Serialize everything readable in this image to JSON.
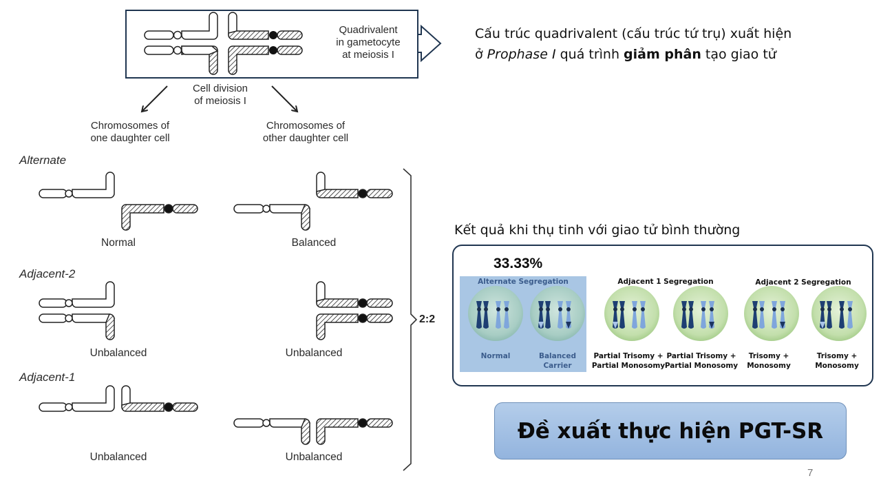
{
  "diagram": {
    "quadrivalent_label": [
      "Quadrivalent",
      "in gametocyte",
      "at meiosis I"
    ],
    "cell_division_label": [
      "Cell division",
      "of meiosis I"
    ],
    "daughter_left_label": [
      "Chromosomes of",
      "one daughter cell"
    ],
    "daughter_right_label": [
      "Chromosomes of",
      "other daughter cell"
    ],
    "rows": [
      {
        "name": "Alternate",
        "left_caption": "Normal",
        "right_caption": "Balanced"
      },
      {
        "name": "Adjacent-2",
        "left_caption": "Unbalanced",
        "right_caption": "Unbalanced"
      },
      {
        "name": "Adjacent-1",
        "left_caption": "Unbalanced",
        "right_caption": "Unbalanced"
      }
    ],
    "ratio_label": "2:2"
  },
  "intro_text": {
    "line1": "Cấu trúc quadrivalent (cấu trúc tứ trụ) xuất hiện",
    "line2_prefix": "ở ",
    "line2_italic": "Prophase I",
    "line2_mid": " quá trình ",
    "line2_bold": "giảm phân",
    "line2_suffix": " tạo giao tử"
  },
  "results": {
    "heading": "Kết quả khi thụ tinh với giao tử bình thường",
    "percentage": "33.33%",
    "groups": [
      {
        "title": "Alternate Segregation",
        "cells": [
          "Normal",
          "Balanced\nCarrier"
        ],
        "color": "#a9c6e4"
      },
      {
        "title": "Adjacent 1 Segregation",
        "cells": [
          "Partial Trisomy +\nPartial Monosomy",
          "Partial Trisomy +\nPartial Monosomy"
        ]
      },
      {
        "title": "Adjacent 2 Segregation",
        "cells": [
          "Trisomy +\nMonosomy",
          "Trisomy +\nMonosomy"
        ]
      }
    ]
  },
  "action_button": {
    "label": "Đề xuất thực hiện PGT-SR",
    "color": "#a6c2e6"
  },
  "page_number": "7",
  "colors": {
    "border_dark": "#1f3550",
    "chrom_dark": "#1e3f73",
    "chrom_light": "#7fa6dc",
    "cell_green": "#c7e3b5",
    "cell_teal": "#b7d7cf"
  }
}
